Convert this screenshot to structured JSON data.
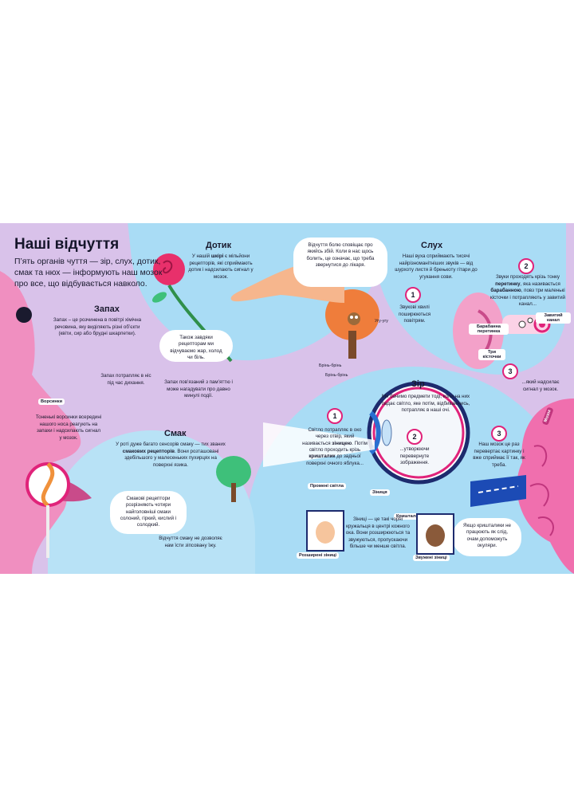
{
  "title": "Наші відчуття",
  "intro": "П’ять органів чуття — зір, слух, дотик, смак та нюх — інформують наш мозок про все, що відбувається навколо.",
  "smell": {
    "heading": "Запах",
    "text": "Запах – це розчинена в повітрі хімічна речовина, яку виділяють різні об’єкти (квіти, сир або брудні шкарпетки).",
    "nose_text": "Запах потрапляє в ніс під час дихання.",
    "memory_text": "Запах пов’язаний з пам’яттю і може нагадувати про давно минулі події.",
    "receptors_label": "Ворсинки",
    "receptors_text": "Тоненькі ворсинки всередині нашого носа реагують на запахи і надсилають сигнал у мозок."
  },
  "touch": {
    "heading": "Дотик",
    "text_prefix": "У нашій ",
    "text_bold": "шкірі",
    "text_suffix": " є мільйони рецепторів, які сприймають дотик і надсилають сигнал у мозок.",
    "heat_text": "Також завдяки рецепторам ми відчуваємо жар, холод чи біль.",
    "pain_text": "Відчуття болю сповіщає про якийсь збій. Коли в нас щось болить, це означає, що треба звернутися до лікаря."
  },
  "hearing": {
    "heading": "Слух",
    "text": "Наші вуха сприймають тисячі найрізноманітніших звуків — від шурхоту листя й брењкоту гітари до угукання сови.",
    "step1": "Звукові хвилі поширюються повітрям.",
    "step2_a": "Звуки проходять крізь тонку ",
    "step2_b": "перетинку",
    "step2_c": ", яка називається ",
    "step2_d": "барабанною",
    "step2_e": ", повз три маленькі кісточки і потрапляють у завитий канал...",
    "step3": "...який надсилає сигнал у мозок.",
    "label_drum": "Барабанна перетинка",
    "label_canal": "Завитий канал",
    "label_bones": "Три кісточки",
    "strum1": "Брінь-брінь",
    "strum2": "Брінь-брінь",
    "hoot": "Угу-угу"
  },
  "taste": {
    "heading": "Смак",
    "text_a": "У роті дуже багато сенсорів смаку — тих званих ",
    "text_b": "смакових рецепторів",
    "text_c": ". Вони розташовані здебільшого у малесеньких пухирцях на поверхні язика.",
    "bubble": "Смакові рецептори розрізняють чотири найголовніші смаки солоний, гіркий, кислий і солодкий.",
    "spoiled": "Відчуття смаку не дозволяє нам їсти зіпсовану їжу."
  },
  "sight": {
    "heading": "Зір",
    "text": "Ми бачимо предмети тоді, коли на них падає світло, яке потім, відбиваючись, потрапляє в наші очі.",
    "step1_a": "Світло потрапляє в око через отвір, який називається ",
    "step1_b": "зіницею",
    "step1_c": ". Потім світло проходить крізь ",
    "step1_d": "кришталик",
    "step1_e": " до задньої поверхні очного яблука...",
    "step2": "...утворюючи перевернуте зображення.",
    "step3": "Наш мозок це раз перевертає картинку і вже сприймає її так, як треба.",
    "rays_label": "Промені світла",
    "pupil_label": "Зіниця",
    "lens_label": "Кришталик",
    "pupils_text": "Зіниці — це такі чорні кружальця в центрі кожного ока. Вони розширюються та звужуються, пропускаючи більше чи менше світла.",
    "wide_label": "Розширені зіниці",
    "narrow_label": "Звужені зіниці",
    "glasses_text": "Якщо кришталики не працюють як слід, очам допоможуть окуляри.",
    "brain_label": "Мозок"
  },
  "numbers": {
    "one": "1",
    "two": "2",
    "three": "3"
  },
  "colors": {
    "purple": "#d9c2ea",
    "blue": "#a9dcf5",
    "pink": "#f08fc0",
    "accent": "#e0237a"
  }
}
